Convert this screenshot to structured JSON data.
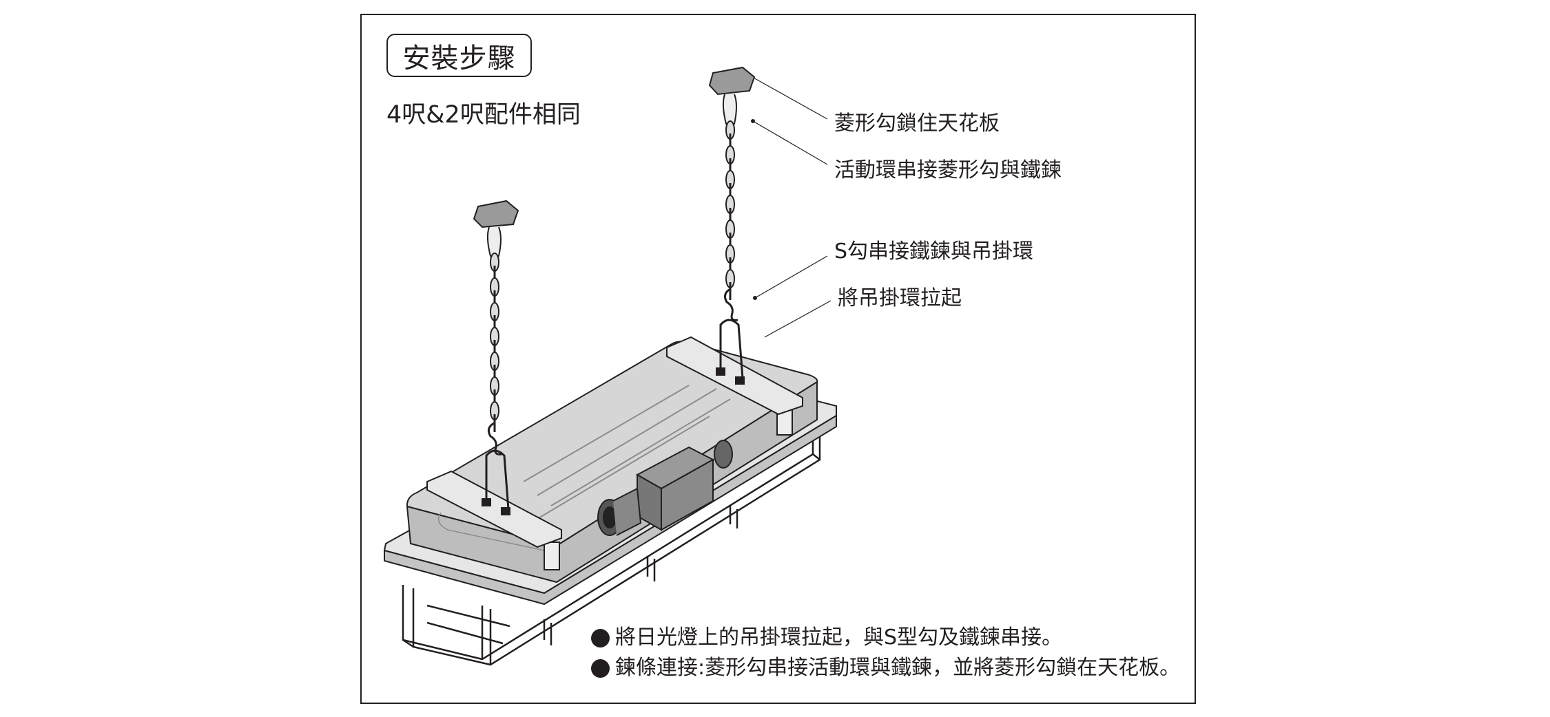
{
  "title": "安裝步驟",
  "subtitle": "4呎&2呎配件相同",
  "callouts": [
    "菱形勾鎖住天花板",
    "活動環串接菱形勾與鐵鍊",
    "S勾串接鐵鍊與吊掛環",
    "將吊掛環拉起"
  ],
  "bullets": [
    "將日光燈上的吊掛環拉起，與S型勾及鐵鍊串接。",
    "鍊條連接:菱形勾串接活動環與鐵鍊，並將菱形勾鎖在天花板。"
  ],
  "colors": {
    "ink": "#231f20",
    "housing": "#d6d6d6",
    "housing_dark": "#b3b3b3",
    "plate": "#9a9a9a"
  }
}
